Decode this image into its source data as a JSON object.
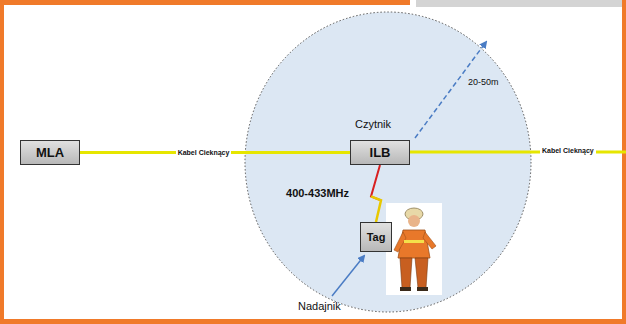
{
  "diagram": {
    "nodes": [
      {
        "text": [
          "MLA"
        ]
      },
      {
        "text": [
          "ILB"
        ]
      },
      {
        "text": [
          "Tag"
        ]
      }
    ],
    "edges": [
      {
        "from": 0,
        "to": 1,
        "arrow": "none",
        "label": "Kabel Cieknący"
      },
      {
        "from": 1,
        "to": 2,
        "arrow": "none",
        "label": "400-433MHz"
      }
    ],
    "labels": [
      "Czytnik",
      "20-50m",
      "Kabel Cieknący",
      "Nadajnik"
    ]
  }
}
